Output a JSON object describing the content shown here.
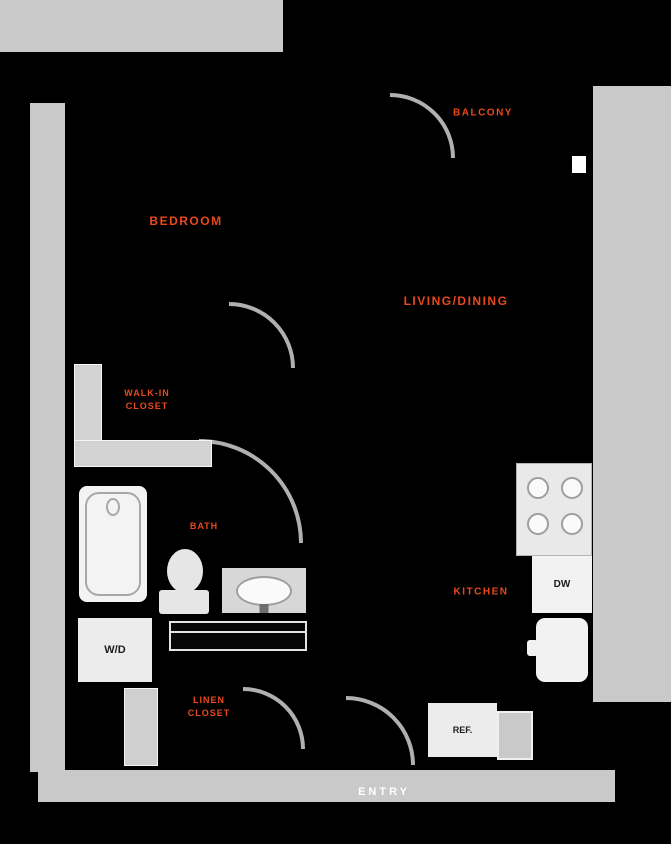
{
  "colors": {
    "background": "#000000",
    "exterior_band": "#c9c9c9",
    "fixture_light": "#ececec",
    "door_arc": "#b0b0b0",
    "room_label_accent": "#e8491d",
    "entry_label": "#ffffff",
    "appliance_text": "#1d1d1d"
  },
  "labels": {
    "balcony": "BALCONY",
    "bedroom": "BEDROOM",
    "living_dining": "LIVING/DINING",
    "walk_in_closet": {
      "line1": "WALK-IN",
      "line2": "CLOSET"
    },
    "bath": "BATH",
    "kitchen": "KITCHEN",
    "linen_closet": {
      "line1": "LINEN",
      "line2": "CLOSET"
    },
    "entry": "ENTRY"
  },
  "appliances": {
    "washer_dryer": "W/D",
    "dishwasher": "DW",
    "refrigerator": "REF."
  }
}
